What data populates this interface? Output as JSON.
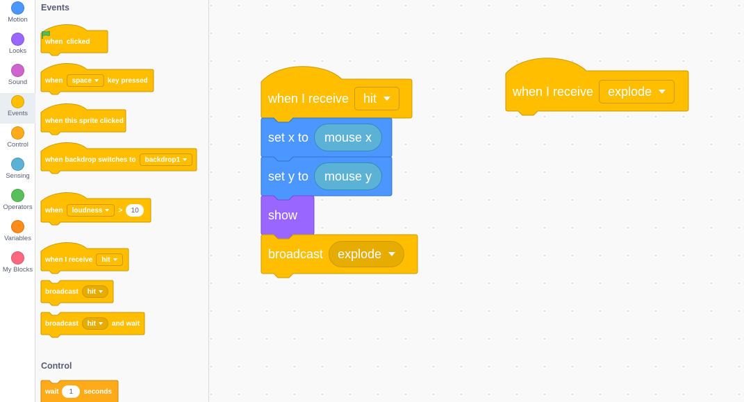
{
  "colors": {
    "motion": "#4c97ff",
    "looks": "#9966ff",
    "sound": "#cf63cf",
    "events": "#ffbf00",
    "control": "#ffab19",
    "sensing": "#5cb1d6",
    "operators": "#59c059",
    "variables": "#ff8c1a",
    "myblocks": "#ff6680"
  },
  "categories": [
    {
      "label": "Motion"
    },
    {
      "label": "Looks"
    },
    {
      "label": "Sound"
    },
    {
      "label": "Events"
    },
    {
      "label": "Control"
    },
    {
      "label": "Sensing"
    },
    {
      "label": "Operators"
    },
    {
      "label": "Variables"
    },
    {
      "label": "My Blocks"
    }
  ],
  "palette": {
    "events_title": "Events",
    "control_title": "Control",
    "flag_clicked": {
      "when": "when",
      "clicked": "clicked",
      "icon": "green-flag-icon"
    },
    "key_pressed": {
      "when": "when",
      "key": "space",
      "rest": "key pressed"
    },
    "sprite_clicked": {
      "text": "when this sprite clicked"
    },
    "backdrop_switches": {
      "text": "when backdrop switches to",
      "value": "backdrop1"
    },
    "loudness": {
      "when": "when",
      "menu": "loudness",
      "op": ">",
      "value": "10"
    },
    "receive": {
      "text": "when I receive",
      "value": "hit"
    },
    "broadcast": {
      "text": "broadcast",
      "value": "hit"
    },
    "broadcast_wait": {
      "text": "broadcast",
      "value": "hit",
      "rest": "and wait"
    },
    "wait": {
      "text": "wait",
      "value": "1",
      "rest": "seconds"
    }
  },
  "workspace": {
    "script1": {
      "receive": {
        "text": "when I receive",
        "value": "hit"
      },
      "setx": {
        "text": "set x to",
        "value": "mouse x"
      },
      "sety": {
        "text": "set y to",
        "value": "mouse y"
      },
      "show": {
        "text": "show"
      },
      "broadcast": {
        "text": "broadcast",
        "value": "explode"
      }
    },
    "script2": {
      "receive": {
        "text": "when I receive",
        "value": "explode"
      }
    }
  }
}
